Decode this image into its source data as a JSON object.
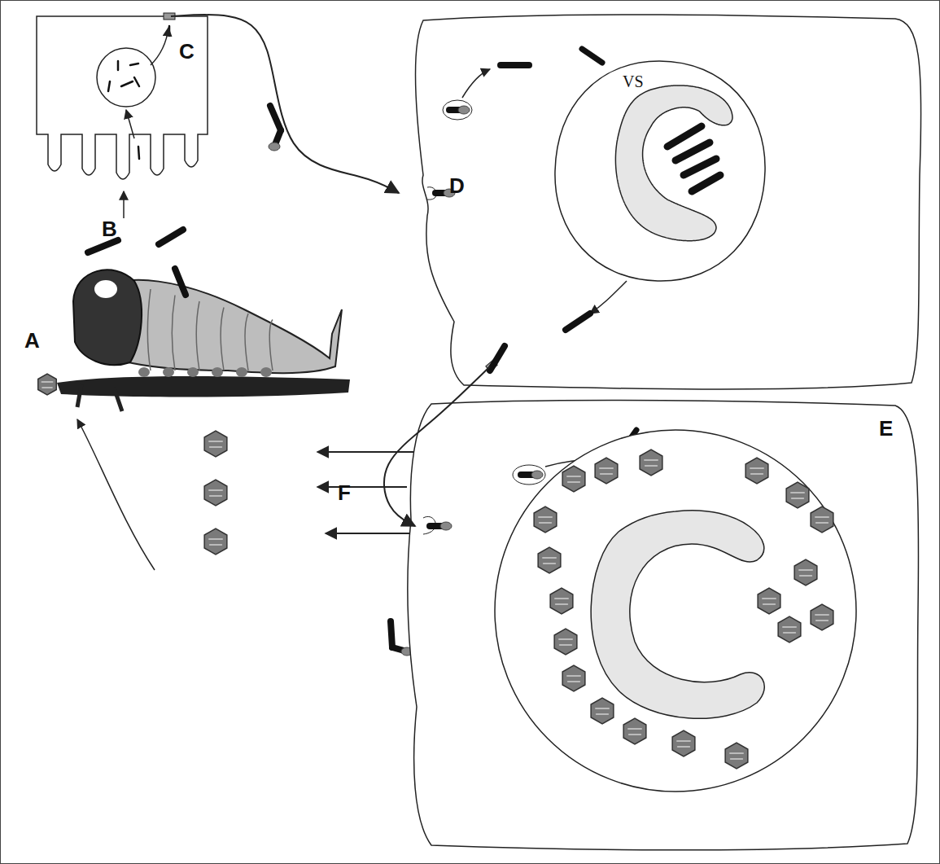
{
  "diagram": {
    "nodes": [
      {
        "text": [
          "C"
        ]
      },
      {
        "text": [
          "D"
        ]
      },
      {
        "text": [
          "VS"
        ],
        "in": 1
      },
      {
        "text": [
          "E"
        ]
      }
    ],
    "edges": [
      {
        "from": 0,
        "to": 1,
        "arrow": "to"
      },
      {
        "from": 1,
        "to": 3,
        "arrow": "to"
      }
    ],
    "labels": [
      "A",
      "B",
      "F"
    ]
  }
}
